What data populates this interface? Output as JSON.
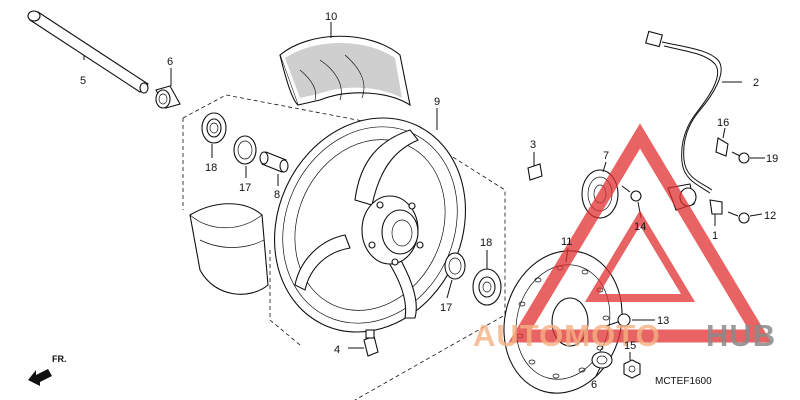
{
  "callouts": {
    "p1": "1",
    "p2": "2",
    "p3": "3",
    "p4": "4",
    "p5": "5",
    "p6a": "6",
    "p6b": "6",
    "p7": "7",
    "p8": "8",
    "p9": "9",
    "p10": "10",
    "p11": "11",
    "p12": "12",
    "p13": "13",
    "p14": "14",
    "p15": "15",
    "p16": "16",
    "p17a": "17",
    "p17b": "17",
    "p18a": "18",
    "p18b": "18",
    "p19": "19"
  },
  "direction_label": "FR.",
  "diagram_code": "MCTEF1600",
  "watermark": {
    "brand_left": "AUTOMOTO",
    "brand_right": "HUB",
    "accent_color": "#e03030"
  },
  "colors": {
    "line": "#111111",
    "background": "#ffffff"
  }
}
